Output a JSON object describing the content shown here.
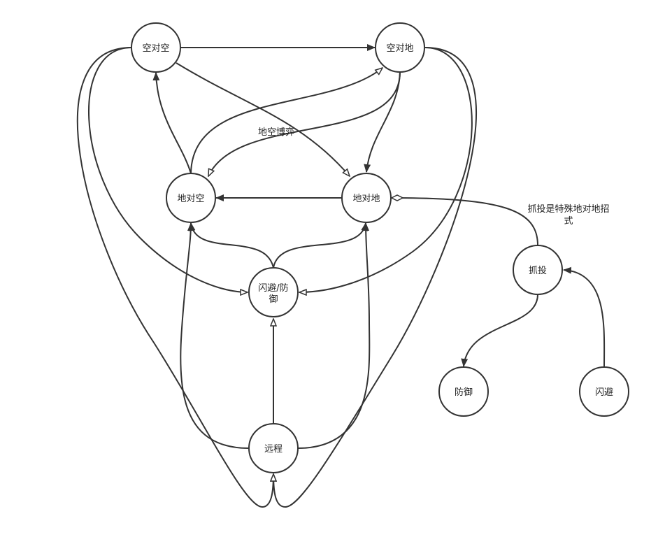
{
  "nodes": {
    "air_to_air": {
      "label": "空对空"
    },
    "air_to_ground": {
      "label": "空对地"
    },
    "ground_to_air": {
      "label": "地对空"
    },
    "ground_to_ground": {
      "label": "地对地"
    },
    "dodge_defend": {
      "label_line1": "闪避/防",
      "label_line2": "御"
    },
    "ranged": {
      "label": "远程"
    },
    "grab": {
      "label": "抓投"
    },
    "defend": {
      "label": "防御"
    },
    "dodge": {
      "label": "闪避"
    }
  },
  "labels": {
    "ground_air_game": "地空博弈",
    "grab_note_line1": "抓投是特殊地对地招",
    "grab_note_line2": "式"
  },
  "colors": {
    "stroke": "#333333",
    "background": "#ffffff"
  }
}
